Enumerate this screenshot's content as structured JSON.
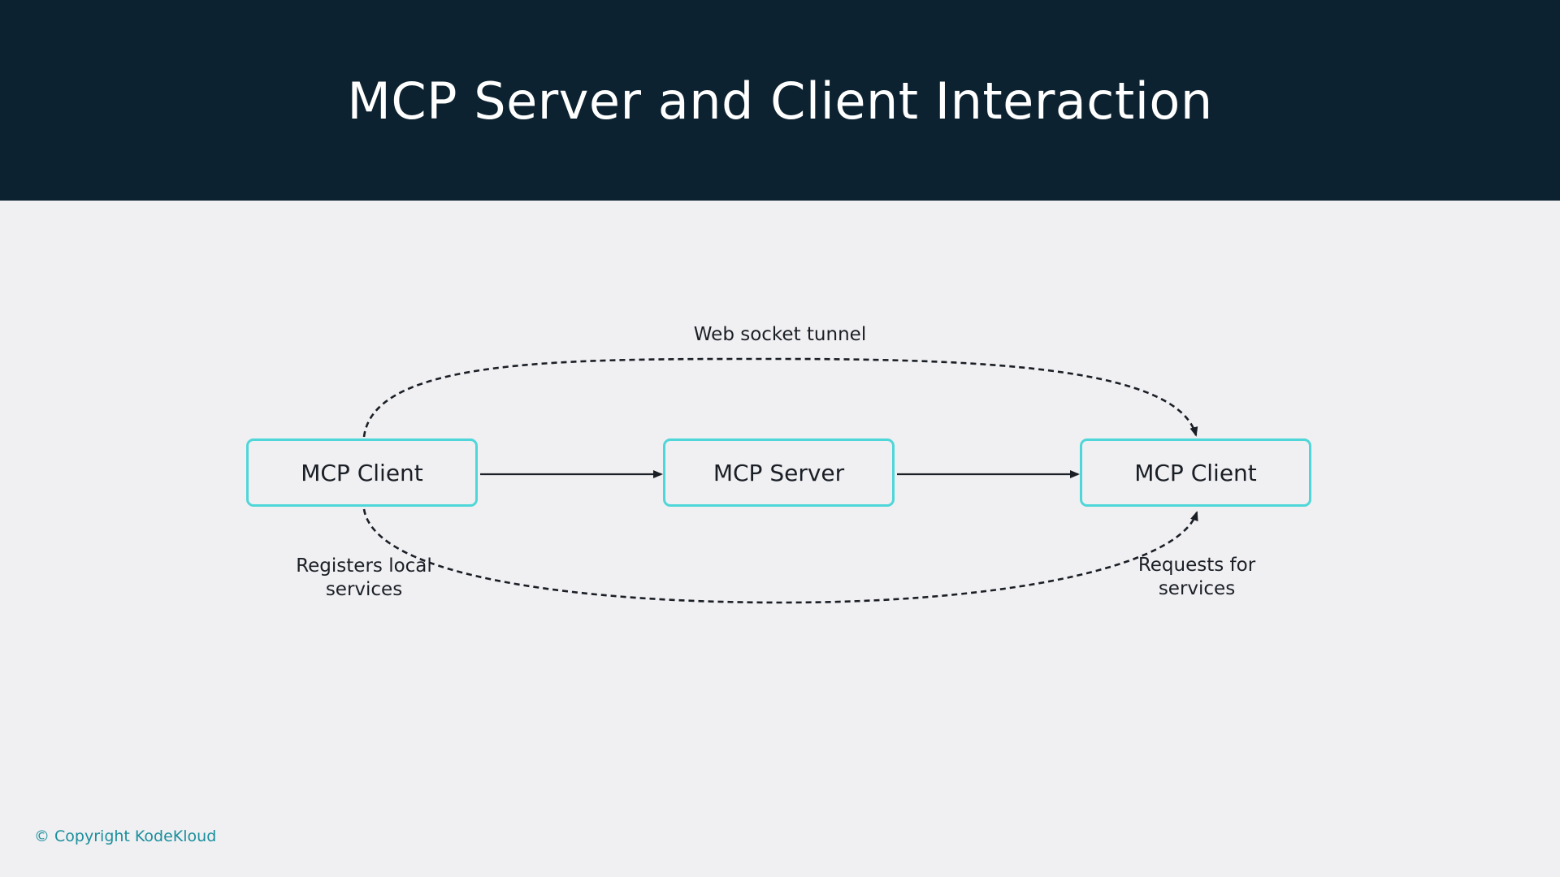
{
  "slide": {
    "title": "MCP Server and Client Interaction",
    "footer": "© Copyright KodeKloud"
  },
  "diagram": {
    "nodes": [
      {
        "id": "left",
        "label": "MCP Client"
      },
      {
        "id": "center",
        "label": "MCP Server"
      },
      {
        "id": "right",
        "label": "MCP Client"
      }
    ],
    "edges": [
      {
        "from": "left",
        "to": "center",
        "style": "solid",
        "label": ""
      },
      {
        "from": "center",
        "to": "right",
        "style": "solid",
        "label": ""
      },
      {
        "from": "left",
        "to": "right",
        "style": "dashed",
        "route": "over-top",
        "label": "Web socket tunnel"
      },
      {
        "from": "left",
        "to": "right",
        "style": "dashed",
        "route": "under-bottom",
        "label": ""
      }
    ],
    "annotations": {
      "bottom_left": "Registers local\nservices",
      "bottom_right": "Requests for\nservices"
    }
  },
  "colors": {
    "header_bg": "#0d2230",
    "page_bg": "#f0eff2",
    "node_border": "#4fd6d8",
    "footer_text": "#1a8f9c"
  }
}
